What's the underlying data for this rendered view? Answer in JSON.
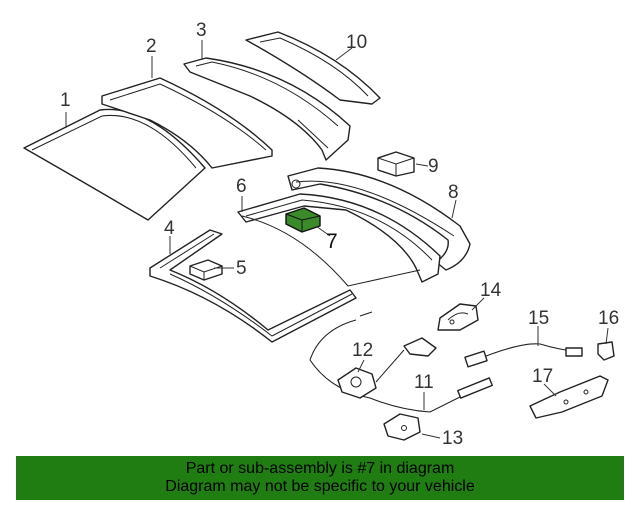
{
  "callouts": {
    "c1": "1",
    "c2": "2",
    "c3": "3",
    "c4": "4",
    "c5": "5",
    "c6": "6",
    "c7": "7",
    "c8": "8",
    "c9": "9",
    "c10": "10",
    "c11": "11",
    "c12": "12",
    "c13": "13",
    "c14": "14",
    "c15": "15",
    "c16": "16",
    "c17": "17"
  },
  "highlight": {
    "part": "7",
    "color": "#3a8a2a"
  },
  "banner": {
    "line1": "Part or sub-assembly is #7 in diagram",
    "line2": "Diagram may not be specific to your vehicle",
    "color": "#1f7d12"
  }
}
